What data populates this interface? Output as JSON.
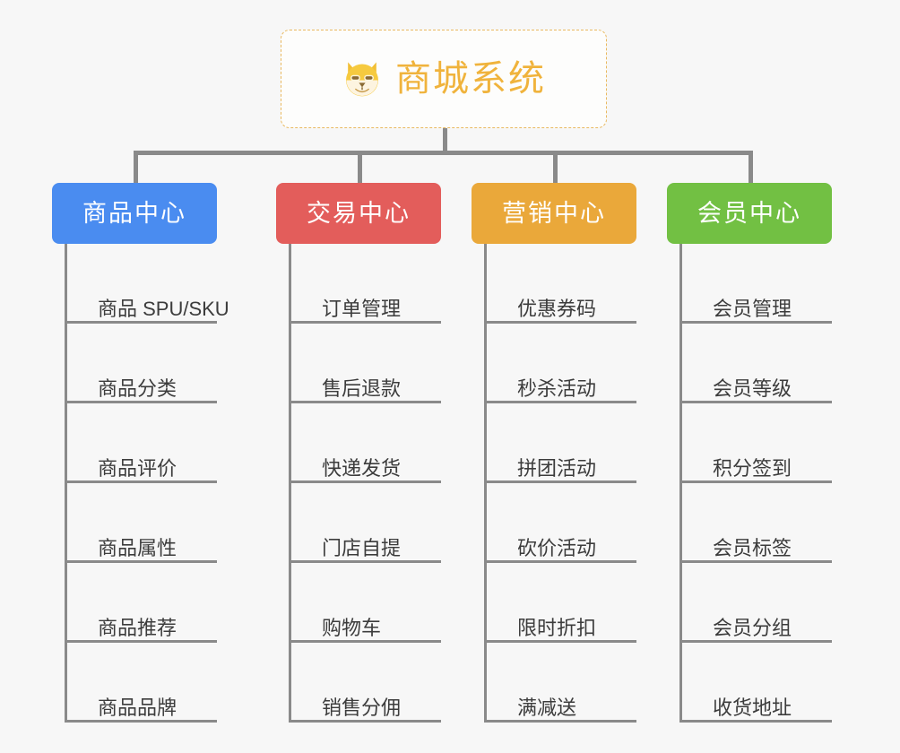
{
  "diagram": {
    "type": "org-chart",
    "background_color": "#f7f7f7",
    "root": {
      "label": "商城系统",
      "icon": "dog-face-icon",
      "text_color": "#f0b33c",
      "border_color": "#e9b960",
      "background_color": "#fdfdfc"
    },
    "connector_color": "#8a8a8a",
    "branches": [
      {
        "label": "商品中心",
        "color": "#4a8cf0",
        "items": [
          "商品 SPU/SKU",
          "商品分类",
          "商品评价",
          "商品属性",
          "商品推荐",
          "商品品牌"
        ]
      },
      {
        "label": "交易中心",
        "color": "#e35d5b",
        "items": [
          "订单管理",
          "售后退款",
          "快递发货",
          "门店自提",
          "购物车",
          "销售分佣"
        ]
      },
      {
        "label": "营销中心",
        "color": "#eaa83a",
        "items": [
          "优惠券码",
          "秒杀活动",
          "拼团活动",
          "砍价活动",
          "限时折扣",
          "满减送"
        ]
      },
      {
        "label": "会员中心",
        "color": "#72c043",
        "items": [
          "会员管理",
          "会员等级",
          "积分签到",
          "会员标签",
          "会员分组",
          "收货地址"
        ]
      }
    ]
  }
}
